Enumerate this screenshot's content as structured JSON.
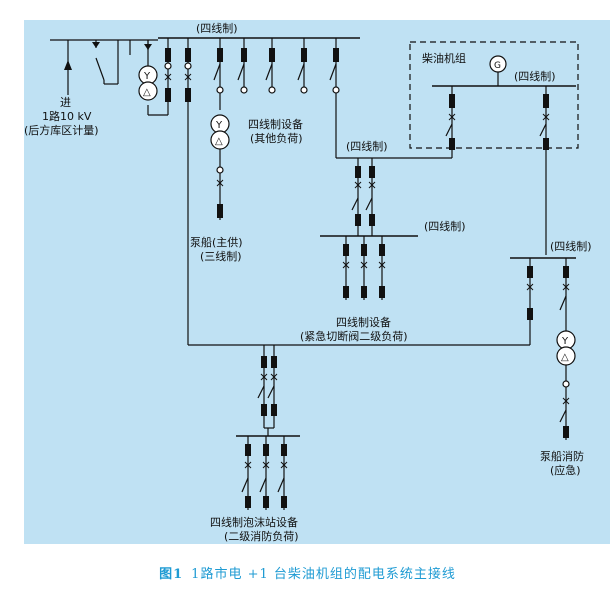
{
  "labels": {
    "top_bus": "(四线制)",
    "incoming_line1": "进",
    "incoming_line2": "1路10 kV",
    "incoming_line3": "(后方库区计量)",
    "genset_title": "柴油机组",
    "genset_bus": "(四线制)",
    "generator_symbol": "G",
    "other_loads_title": "四线制设备",
    "other_loads_sub": "(其他负荷)",
    "mid_tie_label": "(四线制)",
    "pump_main_title": "泵船(主供)",
    "pump_main_sub": "(三线制)",
    "emergency_bus": "(四线制)",
    "emergency_loads_title": "四线制设备",
    "emergency_loads_sub": "(紧急切断阀二级负荷)",
    "right_bus": "(四线制)",
    "fire_pump_title": "泵船消防",
    "fire_pump_sub": "(应急)",
    "foam_title": "四线制泡沫站设备",
    "foam_sub": "(二级消防负荷)"
  },
  "transformer_symbols": {
    "primary": "Y",
    "secondary": "△"
  },
  "caption": {
    "figure_no": "图1",
    "text": "1路市电 +1 台柴油机组的配电系统主接线"
  },
  "colors": {
    "panel_bg": "#bfe1f3",
    "caption": "#1f9bd3"
  }
}
